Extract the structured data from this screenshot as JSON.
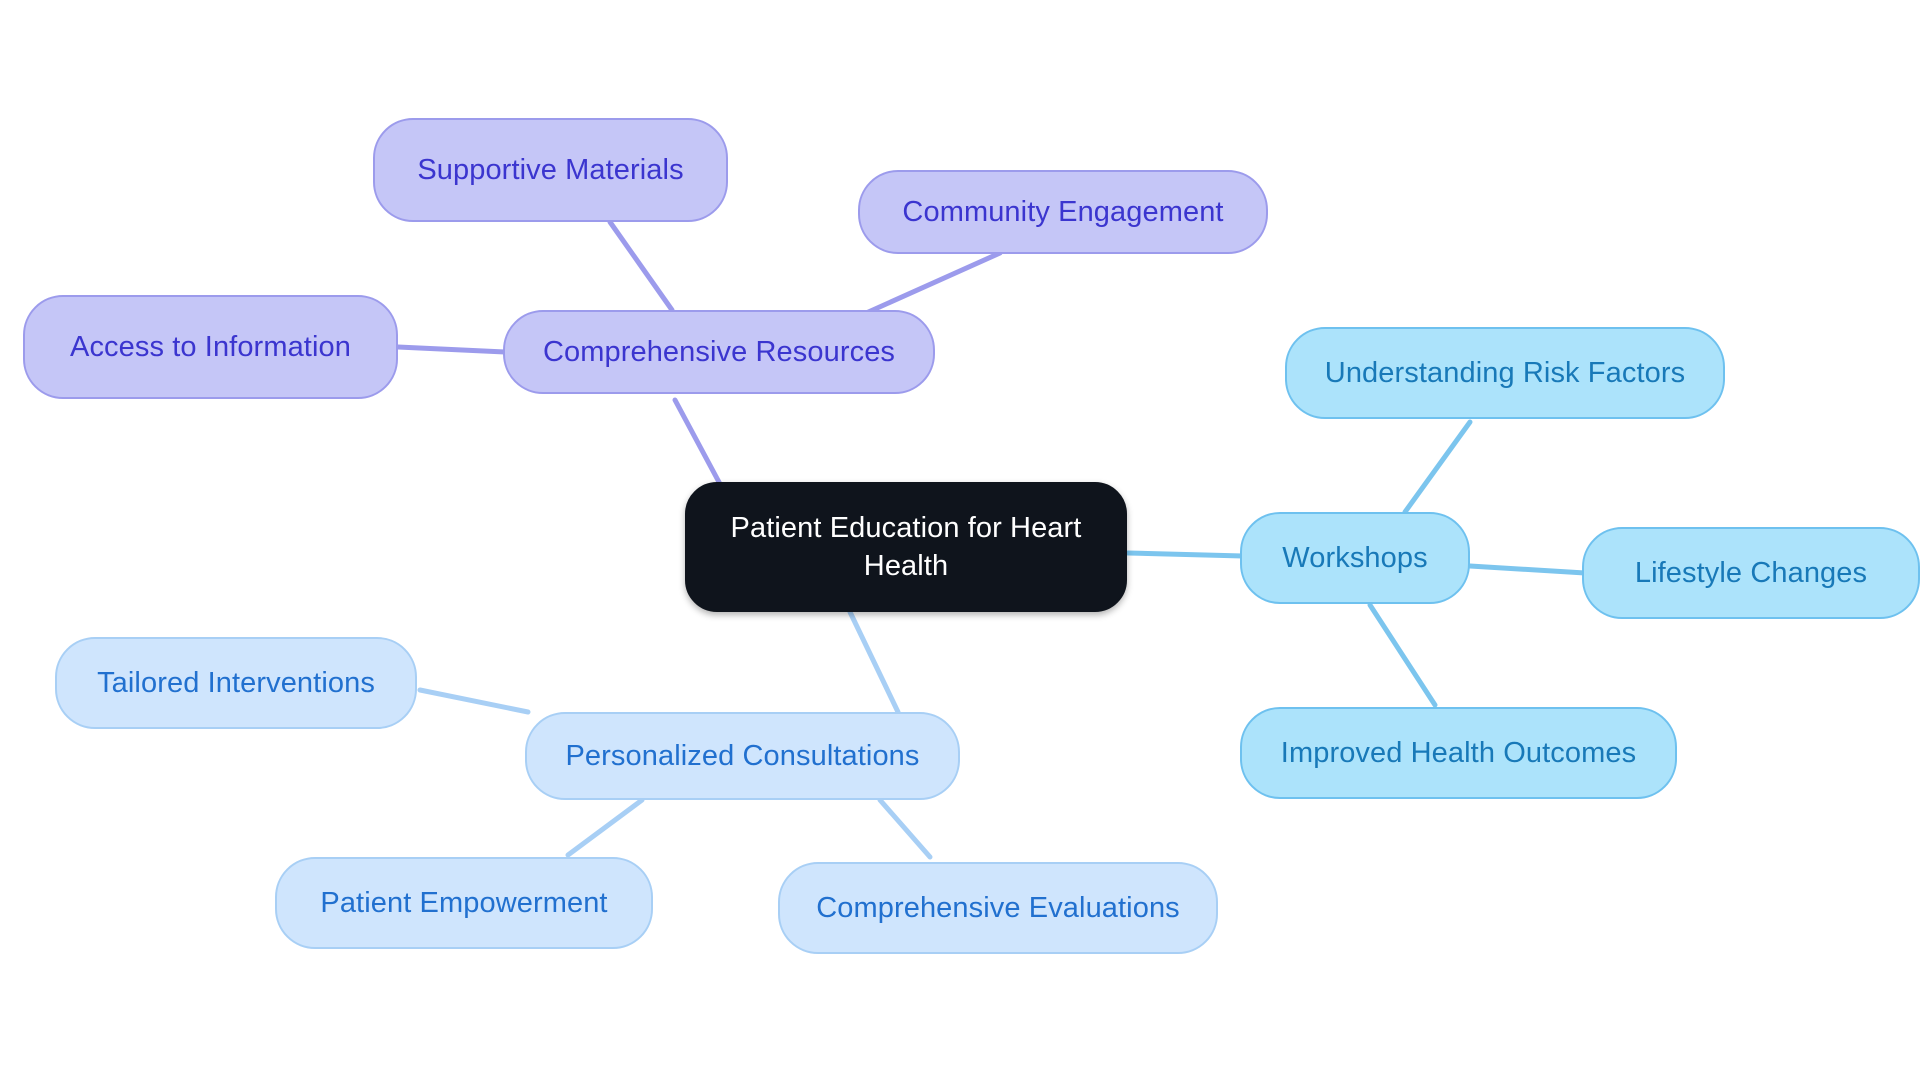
{
  "diagram": {
    "type": "mindmap",
    "title": "Patient Education for Heart Health",
    "background_color": "#ffffff",
    "root": {
      "id": "root",
      "label": "Patient Education for Heart\nHealth",
      "fill": "#0f141c",
      "text_color": "#ffffff"
    },
    "branches": [
      {
        "id": "comprehensive-resources",
        "label": "Comprehensive Resources",
        "fill": "#c5c6f7",
        "border": "#9c9bec",
        "text_color": "#3b35cf",
        "edge_color": "#9c9bec",
        "children": [
          {
            "id": "supportive-materials",
            "label": "Supportive Materials"
          },
          {
            "id": "community-engagement",
            "label": "Community Engagement"
          },
          {
            "id": "access-to-information",
            "label": "Access to Information"
          }
        ]
      },
      {
        "id": "workshops",
        "label": "Workshops",
        "fill": "#ace3fb",
        "border": "#6ec1ef",
        "text_color": "#1879b8",
        "edge_color": "#7cc5ee",
        "children": [
          {
            "id": "understanding-risk-factors",
            "label": "Understanding Risk Factors"
          },
          {
            "id": "lifestyle-changes",
            "label": "Lifestyle Changes"
          },
          {
            "id": "improved-health-outcomes",
            "label": "Improved Health Outcomes"
          }
        ]
      },
      {
        "id": "personalized-consultations",
        "label": "Personalized Consultations",
        "fill": "#cfe5fd",
        "border": "#a8cff5",
        "text_color": "#2170cf",
        "edge_color": "#a8cff5",
        "children": [
          {
            "id": "tailored-interventions",
            "label": "Tailored Interventions"
          },
          {
            "id": "patient-empowerment",
            "label": "Patient Empowerment"
          },
          {
            "id": "comprehensive-evaluations",
            "label": "Comprehensive Evaluations"
          }
        ]
      }
    ]
  },
  "nodes": {
    "root": {
      "label": "Patient Education for Heart\nHealth"
    },
    "supportive_materials": {
      "label": "Supportive Materials"
    },
    "community_engagement": {
      "label": "Community Engagement"
    },
    "access_to_information": {
      "label": "Access to Information"
    },
    "comprehensive_resources": {
      "label": "Comprehensive Resources"
    },
    "understanding_risk_factors": {
      "label": "Understanding Risk Factors"
    },
    "workshops": {
      "label": "Workshops"
    },
    "lifestyle_changes": {
      "label": "Lifestyle Changes"
    },
    "improved_health_outcomes": {
      "label": "Improved Health Outcomes"
    },
    "tailored_interventions": {
      "label": "Tailored Interventions"
    },
    "personalized_consultations": {
      "label": "Personalized Consultations"
    },
    "patient_empowerment": {
      "label": "Patient Empowerment"
    },
    "comprehensive_evaluations": {
      "label": "Comprehensive Evaluations"
    }
  }
}
